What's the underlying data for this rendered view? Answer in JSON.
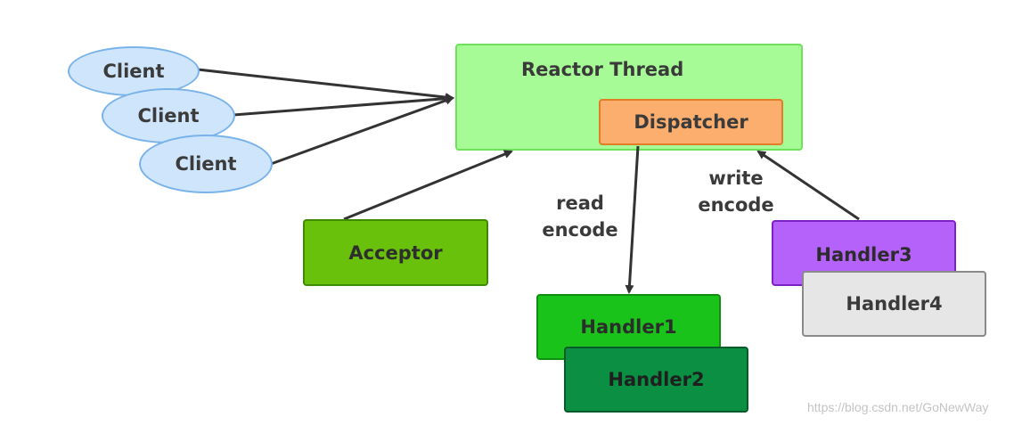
{
  "reactor": {
    "title": "Reactor Thread",
    "dispatcher": "Dispatcher"
  },
  "clients": [
    {
      "label": "Client"
    },
    {
      "label": "Client"
    },
    {
      "label": "Client"
    }
  ],
  "acceptor": {
    "label": "Acceptor"
  },
  "handlers": [
    {
      "label": "Handler1"
    },
    {
      "label": "Handler2"
    },
    {
      "label": "Handler3"
    },
    {
      "label": "Handler4"
    }
  ],
  "edge_labels": {
    "read": {
      "line1": "read",
      "line2": "encode"
    },
    "write": {
      "line1": "write",
      "line2": "encode"
    }
  },
  "watermark": "https://blog.csdn.net/GoNewWay",
  "colors": {
    "client": "#cfe5fb",
    "reactor": "#a6fb96",
    "dispatcher": "#fbae6e",
    "acceptor": "#6ac10b",
    "handler1": "#19c319",
    "handler2": "#0a8f43",
    "handler3": "#b562fb",
    "handler4": "#e6e6e6",
    "arrow": "#333333"
  }
}
